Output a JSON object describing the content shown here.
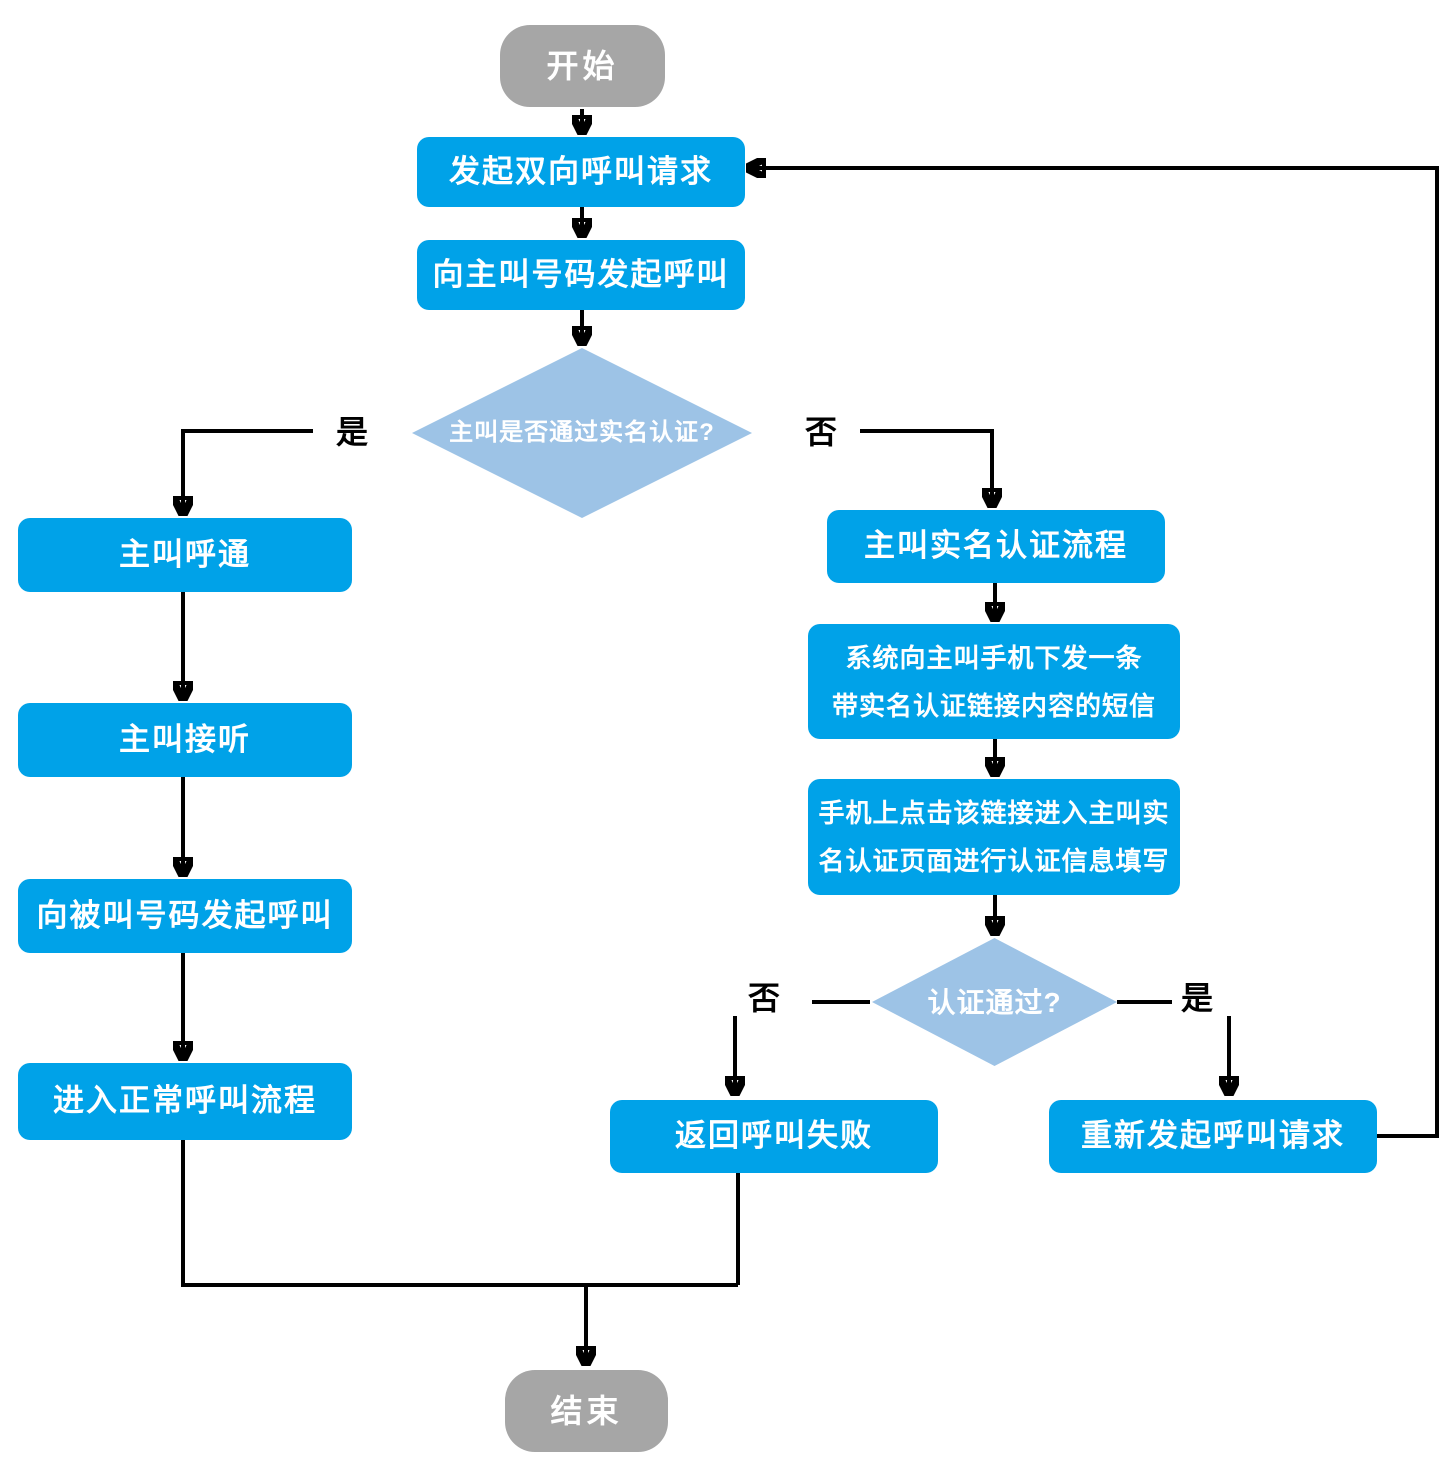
{
  "colors": {
    "process_fill": "#00A2E8",
    "decision_fill": "#9DC3E6",
    "terminal_fill": "#A6A6A6",
    "node_text": "#FFFFFF",
    "label_text": "#000000",
    "connector_color": "#000000"
  },
  "nodes": {
    "start": {
      "label": "开始"
    },
    "initiate_call": {
      "label": "发起双向呼叫请求"
    },
    "call_caller": {
      "label": "向主叫号码发起呼叫"
    },
    "caller_verified_decision": {
      "label": "主叫是否通过实名认证?"
    },
    "caller_connected": {
      "label": "主叫呼通"
    },
    "caller_answers": {
      "label": "主叫接听"
    },
    "call_callee": {
      "label": "向被叫号码发起呼叫"
    },
    "normal_call_flow": {
      "label": "进入正常呼叫流程"
    },
    "realname_auth_flow": {
      "label": "主叫实名认证流程"
    },
    "send_sms": {
      "lines": [
        "系统向主叫手机下发一条",
        "带实名认证链接内容的短信"
      ]
    },
    "click_link": {
      "lines": [
        "手机上点击该链接进入主叫实",
        "名认证页面进行认证信息填写"
      ]
    },
    "auth_passed_decision": {
      "label": "认证通过?"
    },
    "return_failure": {
      "label": "返回呼叫失败"
    },
    "reinitiate_call": {
      "label": "重新发起呼叫请求"
    },
    "end": {
      "label": "结束"
    }
  },
  "edges": [
    {
      "from": "start",
      "to": "initiate_call"
    },
    {
      "from": "initiate_call",
      "to": "call_caller"
    },
    {
      "from": "call_caller",
      "to": "caller_verified_decision"
    },
    {
      "from": "caller_verified_decision",
      "to": "caller_connected",
      "label": "是"
    },
    {
      "from": "caller_verified_decision",
      "to": "realname_auth_flow",
      "label": "否"
    },
    {
      "from": "caller_connected",
      "to": "caller_answers"
    },
    {
      "from": "caller_answers",
      "to": "call_callee"
    },
    {
      "from": "call_callee",
      "to": "normal_call_flow"
    },
    {
      "from": "realname_auth_flow",
      "to": "send_sms"
    },
    {
      "from": "send_sms",
      "to": "click_link"
    },
    {
      "from": "click_link",
      "to": "auth_passed_decision"
    },
    {
      "from": "auth_passed_decision",
      "to": "return_failure",
      "label": "否"
    },
    {
      "from": "auth_passed_decision",
      "to": "reinitiate_call",
      "label": "是"
    },
    {
      "from": "normal_call_flow",
      "to": "end"
    },
    {
      "from": "return_failure",
      "to": "end"
    },
    {
      "from": "reinitiate_call",
      "to": "initiate_call"
    }
  ]
}
